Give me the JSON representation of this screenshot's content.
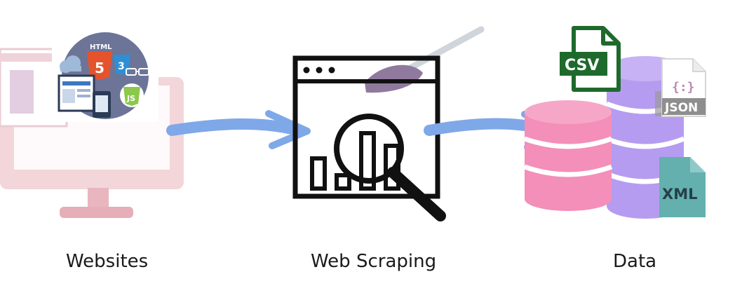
{
  "diagram": {
    "stages": [
      {
        "label": "Websites"
      },
      {
        "label": "Web Scraping"
      },
      {
        "label": "Data"
      }
    ],
    "tech_icons": {
      "html": "HTML",
      "js": "JS"
    },
    "file_formats": {
      "csv": "CSV",
      "json_glyph": "{:}",
      "json": "JSON",
      "xml": "XML"
    }
  },
  "colors": {
    "arrow": "#7fa8e8",
    "monitor_pink": "#f0d3d8",
    "monitor_stand": "#e6aeb8",
    "tech_circle": "#6c7598",
    "html_orange": "#e5532d",
    "js_green": "#8cc84b",
    "db_pink": "#f38fb9",
    "db_purple": "#b59cf0",
    "csv_green": "#1e6a2d",
    "xml_teal": "#64b0ae",
    "json_gray": "#8e8e8e",
    "scraper_black": "#111111"
  }
}
